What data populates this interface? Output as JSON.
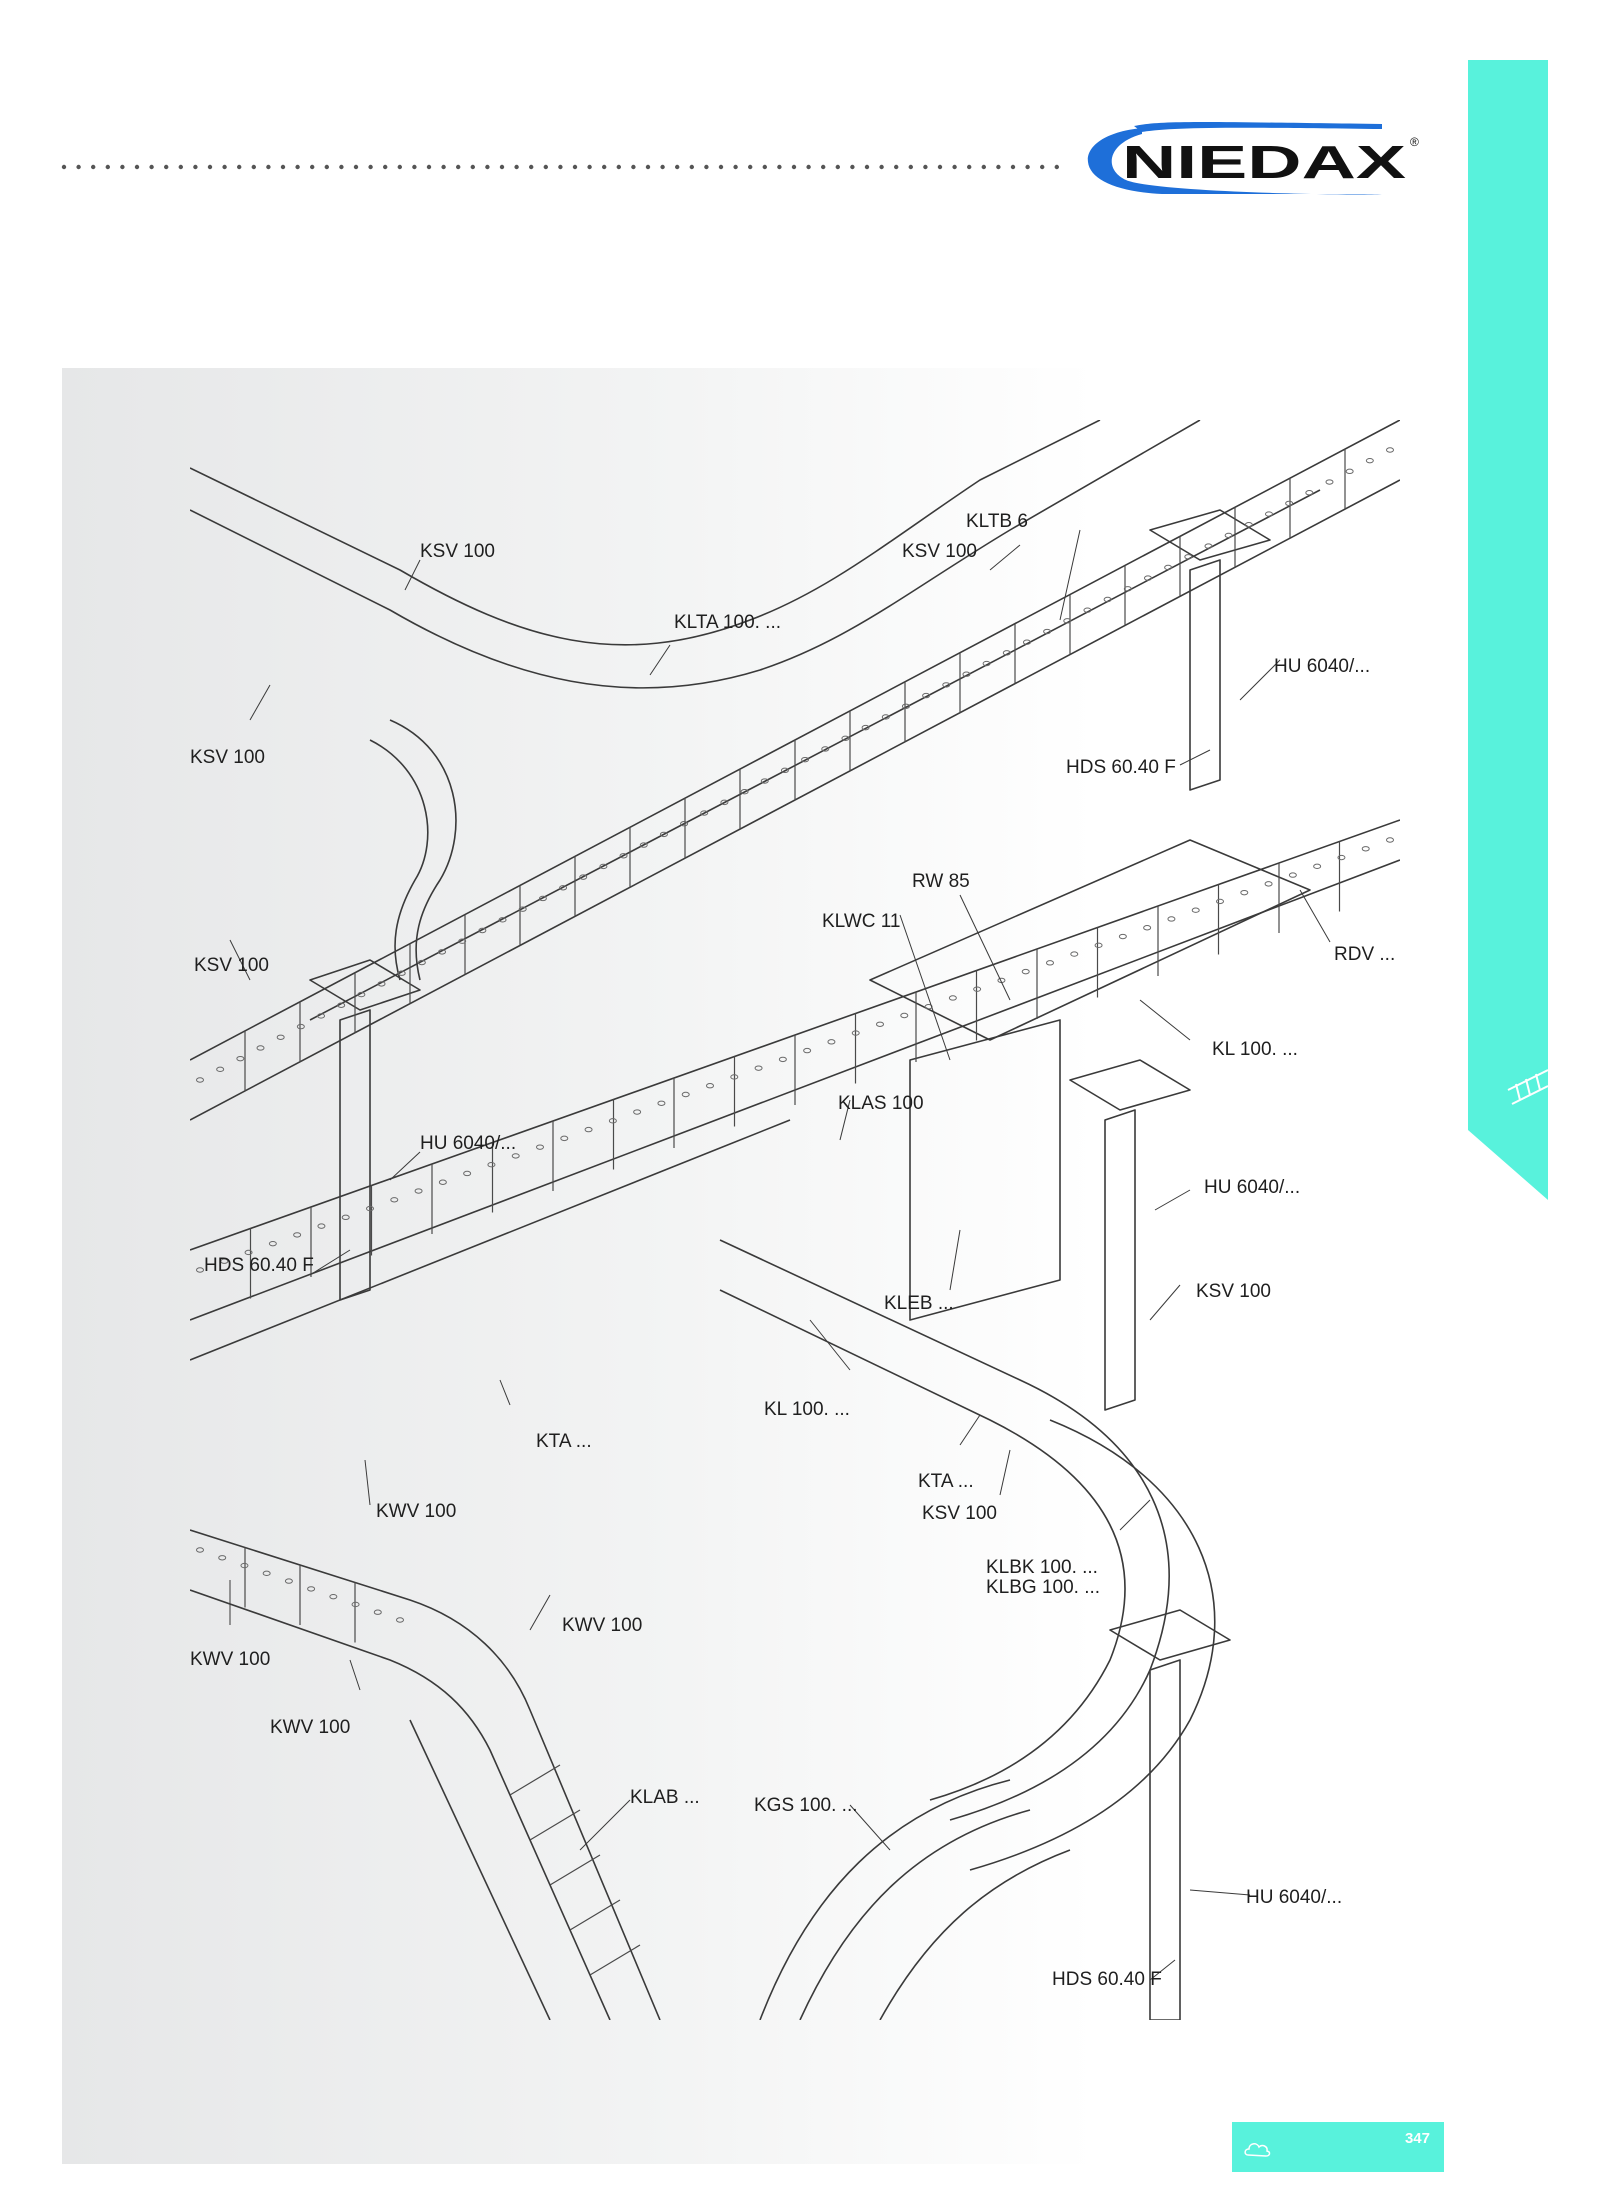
{
  "brand": {
    "name": "NIEDAX",
    "registered_mark": "®",
    "accent_color": "#58f2dc",
    "logo_blue": "#1e6fd9"
  },
  "callouts": [
    {
      "id": "c01",
      "text": "KLTB 6"
    },
    {
      "id": "c02",
      "text": "KSV 100"
    },
    {
      "id": "c03",
      "text": "KSV 100"
    },
    {
      "id": "c04",
      "text": "KLTA 100. ..."
    },
    {
      "id": "c05",
      "text": "HU 6040/..."
    },
    {
      "id": "c06",
      "text": "KSV 100"
    },
    {
      "id": "c07",
      "text": "HDS 60.40 F"
    },
    {
      "id": "c08",
      "text": "RW 85"
    },
    {
      "id": "c09",
      "text": "KLWC 11"
    },
    {
      "id": "c10",
      "text": "RDV ..."
    },
    {
      "id": "c11",
      "text": "KSV 100"
    },
    {
      "id": "c12",
      "text": "KL 100. ..."
    },
    {
      "id": "c13",
      "text": "KLAS 100"
    },
    {
      "id": "c14",
      "text": "HU 6040/..."
    },
    {
      "id": "c15",
      "text": "HU 6040/..."
    },
    {
      "id": "c16",
      "text": "HDS 60.40 F"
    },
    {
      "id": "c17",
      "text": "KSV 100"
    },
    {
      "id": "c18",
      "text": "KLEB ..."
    },
    {
      "id": "c19",
      "text": "KL 100. ..."
    },
    {
      "id": "c20",
      "text": "KTA ..."
    },
    {
      "id": "c21",
      "text": "KTA ..."
    },
    {
      "id": "c22",
      "text": "KWV 100"
    },
    {
      "id": "c23",
      "text": "KSV 100"
    },
    {
      "id": "c24",
      "text": "KLBK 100. ..."
    },
    {
      "id": "c25",
      "text": "KLBG 100. ..."
    },
    {
      "id": "c26",
      "text": "KWV 100"
    },
    {
      "id": "c27",
      "text": "KWV 100"
    },
    {
      "id": "c28",
      "text": "KWV 100"
    },
    {
      "id": "c29",
      "text": "KLAB ..."
    },
    {
      "id": "c30",
      "text": "KGS 100. ..."
    },
    {
      "id": "c31",
      "text": "HU 6040/..."
    },
    {
      "id": "c32",
      "text": "HDS 60.40 F"
    }
  ],
  "footer": {
    "page_number": "347"
  }
}
